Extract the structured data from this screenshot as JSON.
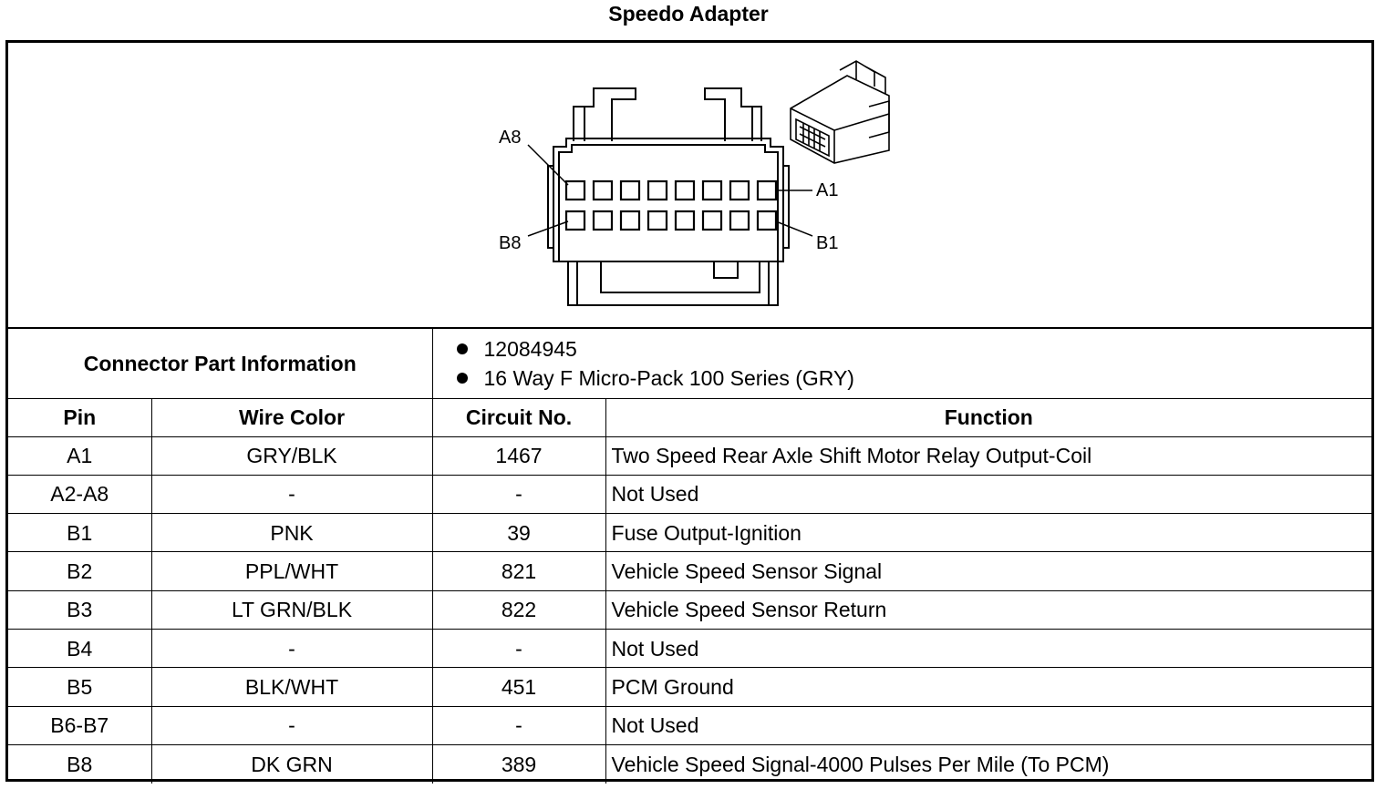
{
  "page": {
    "title": "Speedo Adapter"
  },
  "diagram": {
    "pin_labels": {
      "a8": "A8",
      "a1": "A1",
      "b8": "B8",
      "b1": "B1"
    }
  },
  "connector_info": {
    "label": "Connector Part Information",
    "items": [
      "12084945",
      "16 Way F Micro-Pack 100 Series (GRY)"
    ]
  },
  "table": {
    "headers": {
      "pin": "Pin",
      "wire_color": "Wire Color",
      "circuit": "Circuit No.",
      "function": "Function"
    },
    "rows": [
      {
        "pin": "A1",
        "wire_color": "GRY/BLK",
        "circuit": "1467",
        "function": "Two Speed Rear Axle Shift Motor Relay Output-Coil"
      },
      {
        "pin": "A2-A8",
        "wire_color": "-",
        "circuit": "-",
        "function": "Not Used"
      },
      {
        "pin": "B1",
        "wire_color": "PNK",
        "circuit": "39",
        "function": "Fuse Output-Ignition"
      },
      {
        "pin": "B2",
        "wire_color": "PPL/WHT",
        "circuit": "821",
        "function": "Vehicle Speed Sensor Signal"
      },
      {
        "pin": "B3",
        "wire_color": "LT GRN/BLK",
        "circuit": "822",
        "function": "Vehicle Speed Sensor Return"
      },
      {
        "pin": "B4",
        "wire_color": "-",
        "circuit": "-",
        "function": "Not Used"
      },
      {
        "pin": "B5",
        "wire_color": "BLK/WHT",
        "circuit": "451",
        "function": "PCM Ground"
      },
      {
        "pin": "B6-B7",
        "wire_color": "-",
        "circuit": "-",
        "function": "Not Used"
      },
      {
        "pin": "B8",
        "wire_color": "DK GRN",
        "circuit": "389",
        "function": "Vehicle Speed Signal-4000 Pulses Per Mile (To PCM)"
      }
    ]
  }
}
